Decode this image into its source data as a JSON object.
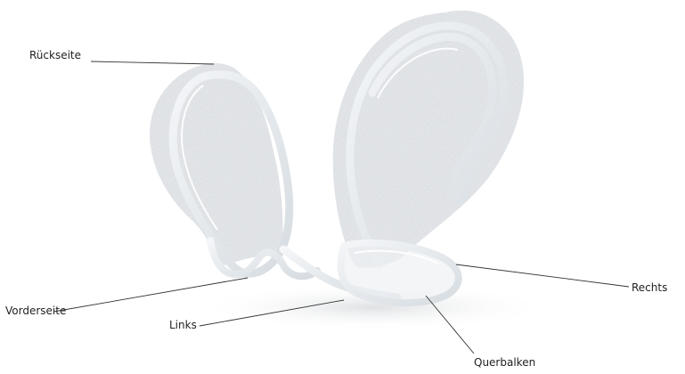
{
  "labels": {
    "back": "Rückseite",
    "front": "Vorderseite",
    "left": "Links",
    "right": "Rechts",
    "crossbar": "Querbalken"
  },
  "colors": {
    "pad_fill": "#e9ecef",
    "pad_texture": "#d8dde2",
    "frame_stroke": "#c9d0d6",
    "frame_highlight": "#f7f9fb",
    "leader_line": "#333333",
    "label_text": "#222222"
  }
}
